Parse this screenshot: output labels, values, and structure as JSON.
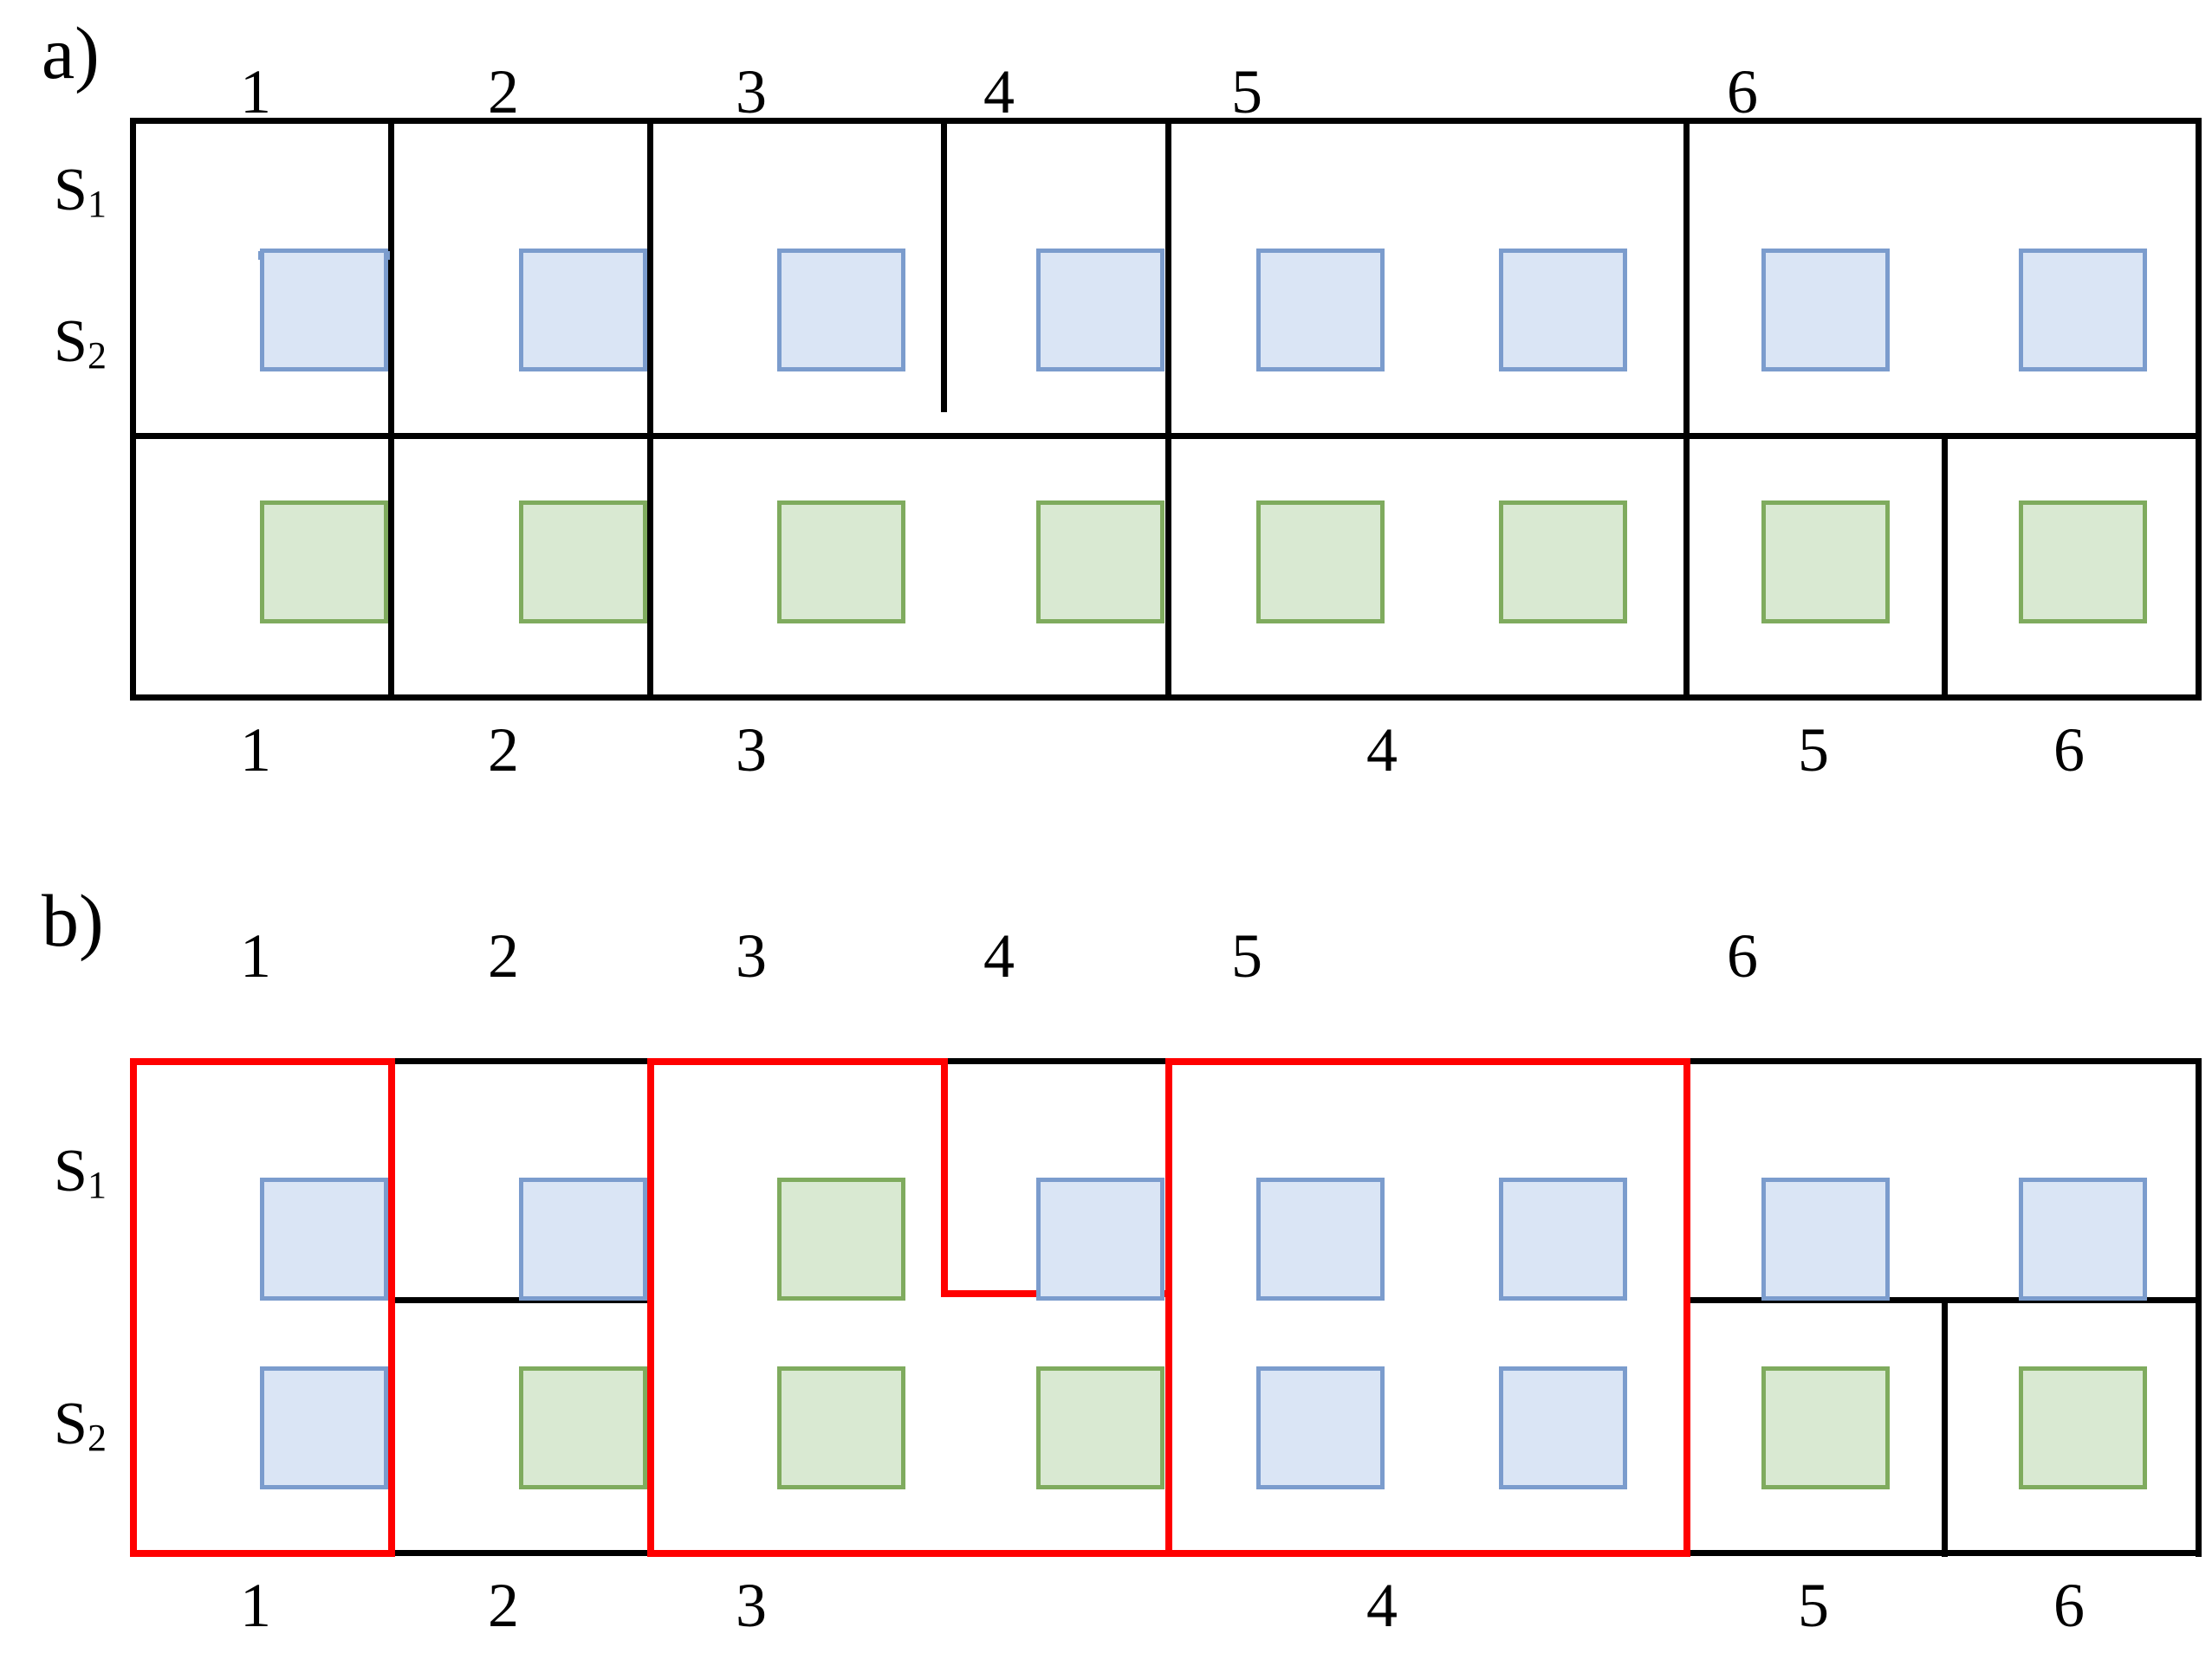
{
  "figure": {
    "panels": [
      {
        "letter": "a)",
        "row_labels": [
          {
            "base": "S",
            "sub": "1"
          },
          {
            "base": "S",
            "sub": "2"
          }
        ],
        "top_labels": [
          "1",
          "2",
          "3",
          "4",
          "5",
          "6"
        ],
        "bottom_labels": [
          "1",
          "2",
          "3",
          "4",
          "5",
          "6"
        ],
        "s1_items": [
          "blue",
          "blue",
          "blue",
          "blue",
          "blue",
          "blue",
          "blue",
          "blue"
        ],
        "s2_items": [
          "green",
          "green",
          "green",
          "green",
          "green",
          "green",
          "green",
          "green"
        ],
        "s1_group_sizes": [
          1,
          1,
          1,
          1,
          2,
          2
        ],
        "s2_group_sizes": [
          1,
          1,
          2,
          2,
          1,
          1
        ],
        "border_color": "#000000"
      },
      {
        "letter": "b)",
        "row_labels": [
          {
            "base": "S",
            "sub": "1"
          },
          {
            "base": "S",
            "sub": "2"
          }
        ],
        "top_labels": [
          "1",
          "2",
          "3",
          "4",
          "5",
          "6"
        ],
        "bottom_labels": [
          "1",
          "2",
          "3",
          "4",
          "5",
          "6"
        ],
        "s1_items": [
          "blue",
          "blue",
          "green",
          "blue",
          "blue",
          "blue",
          "blue",
          "blue"
        ],
        "s2_items": [
          "blue",
          "green",
          "green",
          "green",
          "blue",
          "blue",
          "green",
          "green"
        ],
        "s1_group_sizes": [
          1,
          1,
          1,
          1,
          2,
          2
        ],
        "s2_group_sizes": [
          1,
          1,
          2,
          2,
          1,
          1
        ],
        "highlight_color": "#ff0000",
        "border_color": "#000000"
      }
    ],
    "colors": {
      "blue_fill": "#dae5f5",
      "blue_stroke": "#7b9ccd",
      "green_fill": "#d9e9d2",
      "green_stroke": "#7fab5e",
      "line": "#000000",
      "highlight": "#ff0000"
    }
  }
}
